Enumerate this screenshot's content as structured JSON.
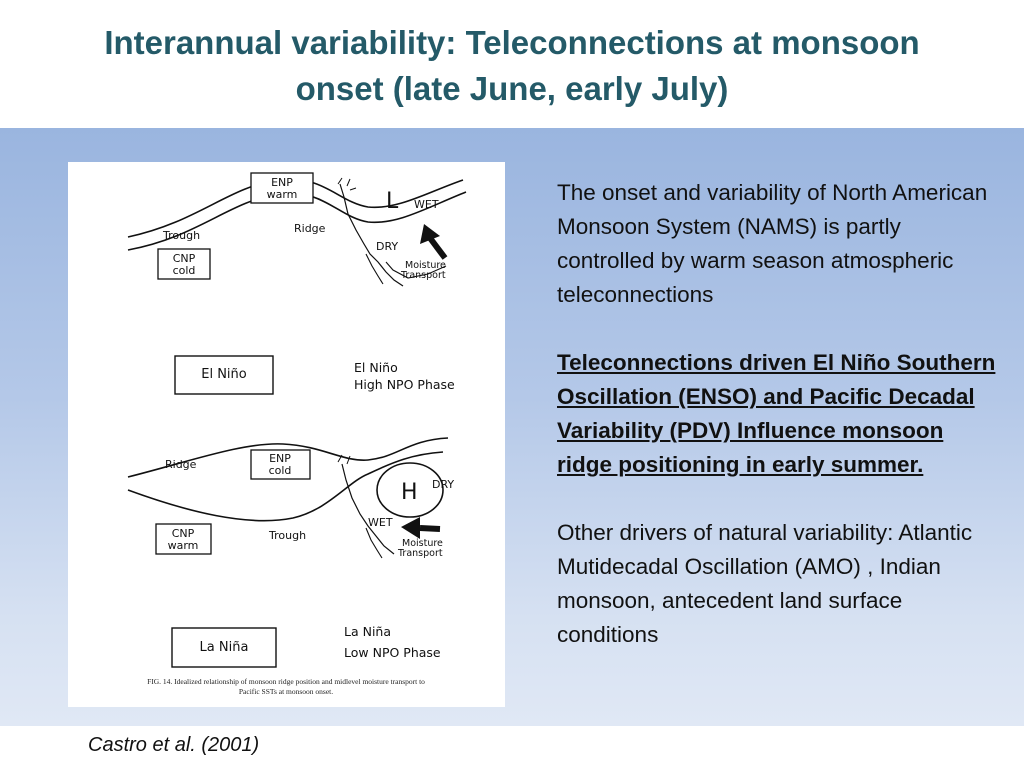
{
  "slide": {
    "title_line1": "Interannual variability: Teleconnections at monsoon",
    "title_line2": "onset (late June, early July)",
    "paragraphs": [
      "The onset and variability of North American Monsoon System (NAMS) is partly controlled by warm season atmospheric teleconnections",
      "Teleconnections driven El Niño Southern Oscillation (ENSO) and Pacific Decadal Variability (PDV) Influence monsoon ridge positioning in early summer.",
      "Other drivers of natural variability: Atlantic Mutidecadal Oscillation (AMO) ,  Indian monsoon, antecedent land surface conditions"
    ],
    "citation": "Castro et al. (2001)"
  },
  "figure": {
    "top_panel": {
      "box_enp": [
        "ENP",
        "warm"
      ],
      "box_cnp": [
        "CNP",
        "cold"
      ],
      "trough": "Trough",
      "ridge": "Ridge",
      "low": "L",
      "wet": "WET",
      "dry": "DRY",
      "moisture": [
        "Moisture",
        "Transport"
      ]
    },
    "top_legend": {
      "box_label": "El Niño",
      "phase_lines": [
        "El Niño",
        "High NPO Phase"
      ]
    },
    "bottom_panel": {
      "ridge": "Ridge",
      "box_enp": [
        "ENP",
        "cold"
      ],
      "box_cnp": [
        "CNP",
        "warm"
      ],
      "trough": "Trough",
      "high": "H",
      "dry": "DRY",
      "wet": "WET",
      "moisture": [
        "Moisture",
        "Transport"
      ]
    },
    "bottom_legend": {
      "box_label": "La Niña",
      "phase_lines": [
        "La Niña",
        "Low NPO Phase"
      ]
    },
    "caption_lines": [
      "FIG. 14. Idealized relationship of monsoon ridge position and midlevel moisture transport to",
      "Pacific SSTs at monsoon onset."
    ]
  }
}
